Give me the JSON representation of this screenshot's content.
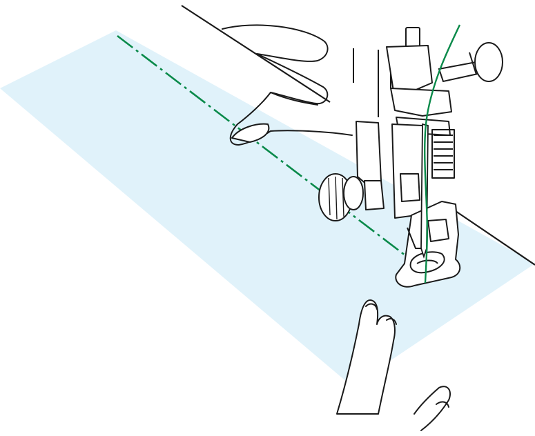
{
  "diagram": {
    "kind": "sewing-machine-instruction-illustration",
    "colors": {
      "fabric": "#e0f2fa",
      "outline": "#1a1a1a",
      "thread": "#0a8a4a",
      "background": "#ffffff"
    },
    "elements": [
      "fabric-piece",
      "fabric-edge-line",
      "stitch-line",
      "left-hand",
      "right-hand",
      "presser-foot",
      "needle",
      "needle-clamp-screw",
      "thread-guide",
      "needle-bar",
      "thread"
    ]
  }
}
